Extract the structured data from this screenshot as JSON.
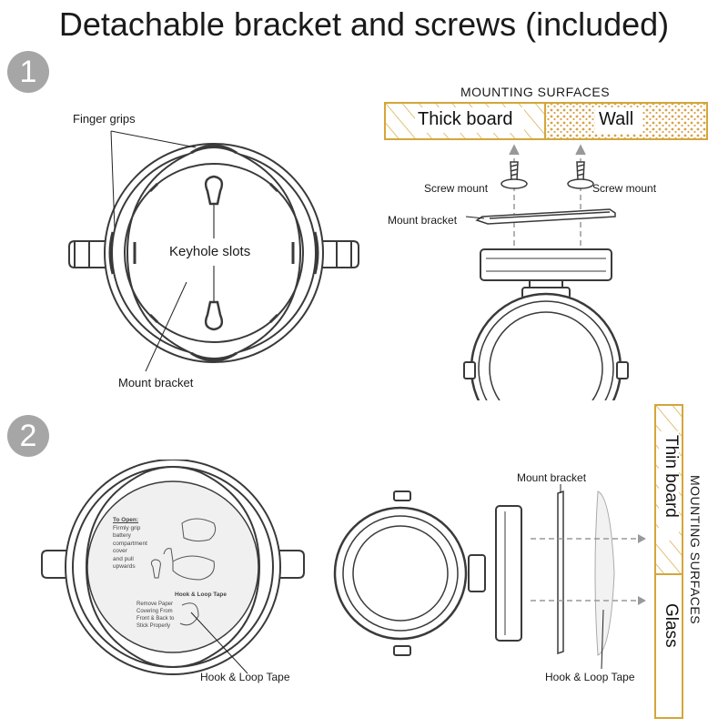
{
  "title": "Detachable bracket and screws (included)",
  "steps": [
    "1",
    "2"
  ],
  "section1": {
    "labels": {
      "finger_grips": "Finger grips",
      "keyhole_slots": "Keyhole slots",
      "mount_bracket": "Mount bracket"
    },
    "mounting": {
      "header": "MOUNTING SURFACES",
      "surface_left": "Thick board",
      "surface_right": "Wall",
      "screw_left": "Screw mount",
      "screw_right": "Screw mount",
      "mount_bracket": "Mount bracket"
    }
  },
  "section2": {
    "instructions": {
      "to_open": "To Open:",
      "line1": "Firmly grip",
      "line2": "battery",
      "line3": "compartment",
      "line4": "cover",
      "line5": "and pull",
      "line6": "upwards",
      "hook_tape": "Hook & Loop Tape",
      "remove1": "Remove Paper",
      "remove2": "Covering From",
      "remove3": "Front & Back to",
      "remove4": "Stick Properly"
    },
    "labels": {
      "hook_loop_left": "Hook & Loop Tape",
      "mount_bracket": "Mount bracket",
      "hook_loop_right": "Hook & Loop Tape"
    },
    "mounting": {
      "header": "MOUNTING SURFACES",
      "surface_top": "Thin board",
      "surface_bottom": "Glass"
    }
  },
  "colors": {
    "accent": "#d4a63a",
    "line": "#3a3a3a",
    "step_badge": "#a6a6a6",
    "dots": "#d7a24a"
  }
}
